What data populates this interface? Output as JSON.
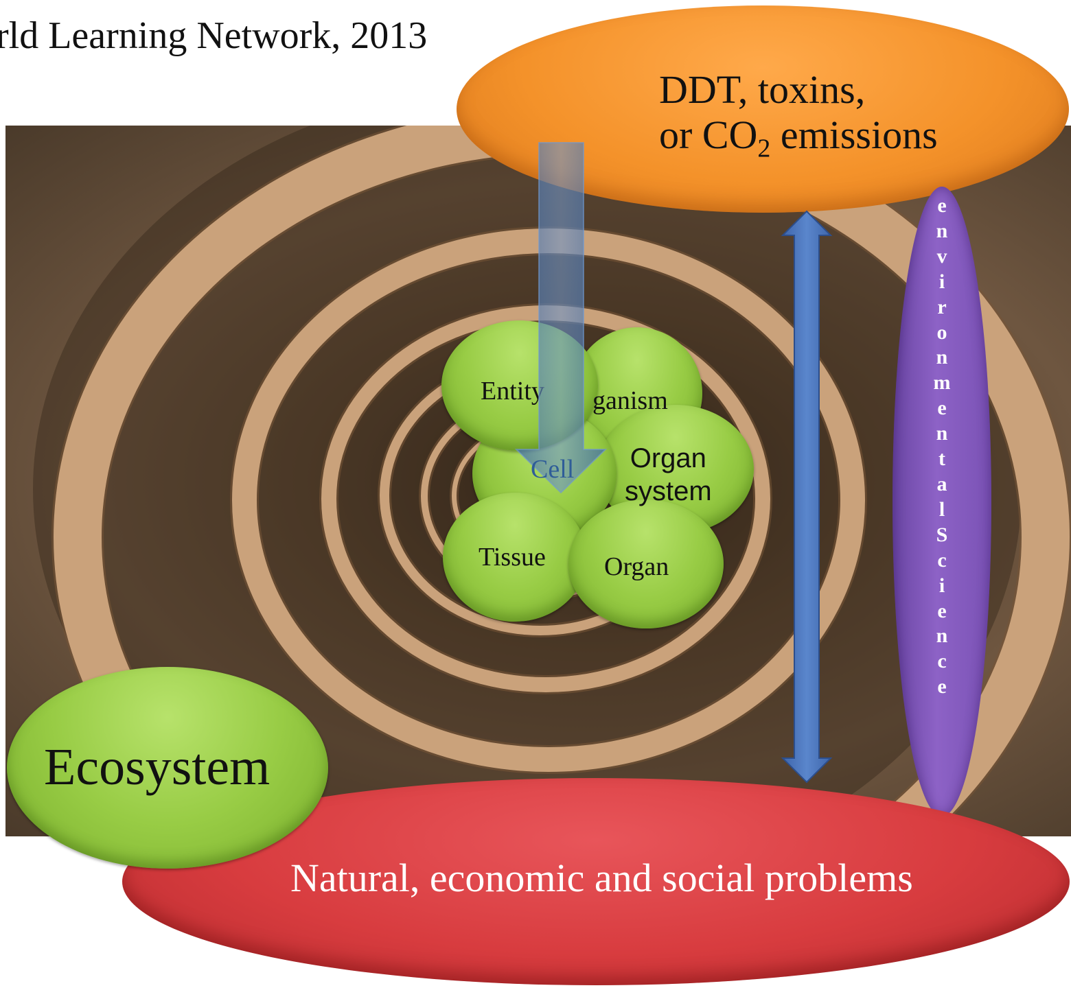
{
  "citation": "rld Learning Network, 2013",
  "top_oval": {
    "line1": "DDT, toxins,",
    "line2_prefix": "or CO",
    "line2_subscript": "2",
    "line2_suffix": " emissions",
    "color": "#f4922a"
  },
  "bottom_oval": {
    "label": "Natural, economic and social problems",
    "color": "#d83c3f"
  },
  "side_oval": {
    "letters": [
      "e",
      "n",
      "v",
      "i",
      "r",
      "o",
      "n",
      "m",
      "e",
      "n",
      "t",
      "a",
      "l",
      "S",
      "c",
      "i",
      "e",
      "n",
      "c",
      "e"
    ],
    "color": "#7f56b8"
  },
  "ecosystem": {
    "label": "Ecosystem",
    "color": "#98cc45"
  },
  "levels": {
    "entity": "Entity",
    "organism": "ganism",
    "organ_system_line1": "Organ",
    "organ_system_line2": "system",
    "cell": "Cell",
    "tissue": "Tissue",
    "organ": "Organ"
  },
  "arrow_colors": {
    "double_arrow": "#4a73b8",
    "down_arrow": "#4c78b0"
  }
}
